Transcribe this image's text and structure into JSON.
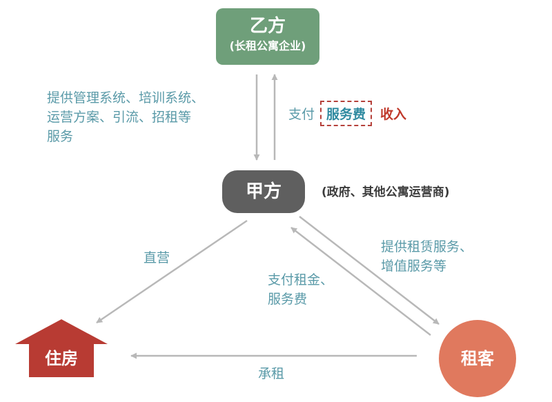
{
  "nodes": {
    "yi": {
      "title": "乙方",
      "subtitle": "(长租公寓企业)"
    },
    "jia": {
      "title": "甲方",
      "note": "(政府、其他公寓运营商)"
    },
    "zuke": {
      "title": "租客"
    },
    "zhufang": {
      "title": "住房"
    }
  },
  "labels": {
    "services": [
      "提供管理系统、培训系统、",
      "运营方案、引流、招租等",
      "服务"
    ],
    "pay": "支付",
    "service_fee": "服务费",
    "income": "收入",
    "zhiying": "直营",
    "provide_rental": [
      "提供租赁服务、",
      "增值服务等"
    ],
    "pay_rent": [
      "支付租金、",
      "服务费"
    ],
    "chengzu": "承租"
  },
  "colors": {
    "yi_fill": "#6f9f7a",
    "jia_fill": "#5f5f5f",
    "zuke_fill": "#e0795e",
    "zhufang_fill": "#b83b33",
    "label_text": "#5a9aa8",
    "income_text": "#c0392b",
    "arrow": "#b8b8b8"
  }
}
